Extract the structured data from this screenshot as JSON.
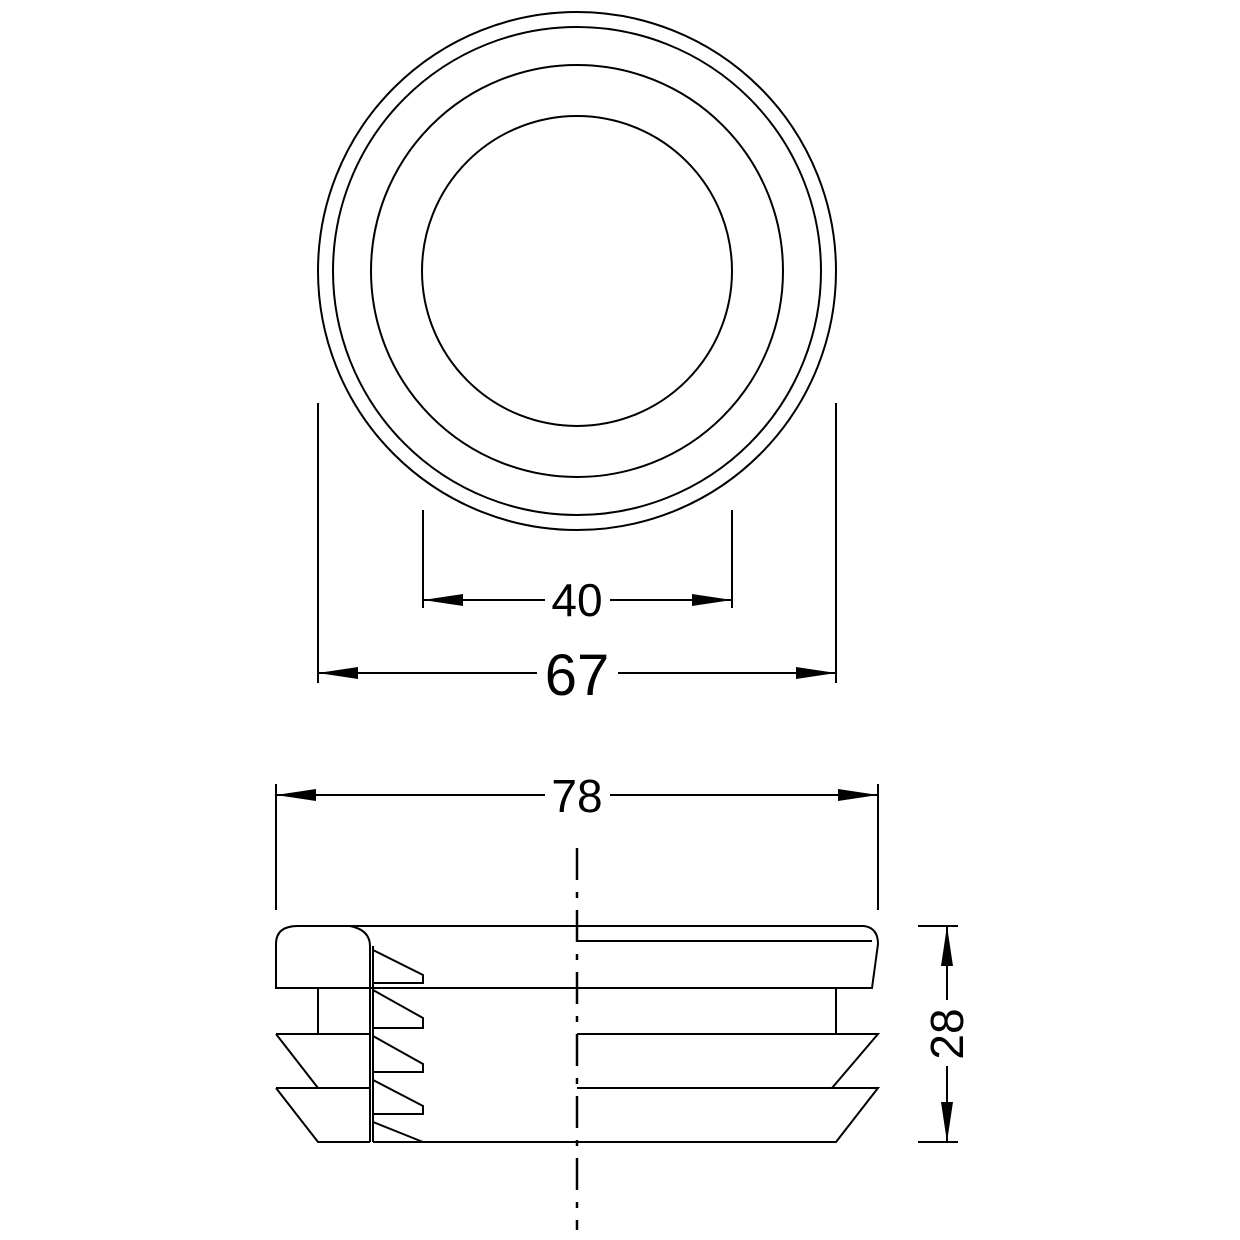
{
  "drawing": {
    "top_view": {
      "inner_diameter_label": "40",
      "outer_diameter_label": "67"
    },
    "side_view": {
      "overall_width_label": "78",
      "height_label": "28"
    }
  }
}
